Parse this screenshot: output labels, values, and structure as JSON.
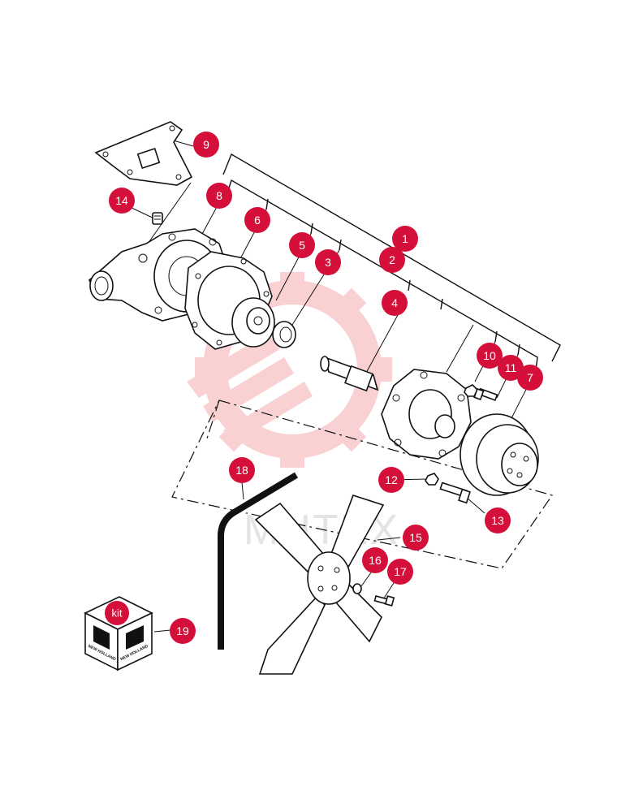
{
  "watermark": {
    "text": "MHTEX",
    "color": "#e8323c"
  },
  "accent": "#d4103a",
  "callouts": [
    {
      "id": "c1",
      "label": "1"
    },
    {
      "id": "c2",
      "label": "2"
    },
    {
      "id": "c3",
      "label": "3"
    },
    {
      "id": "c4",
      "label": "4"
    },
    {
      "id": "c5",
      "label": "5"
    },
    {
      "id": "c6",
      "label": "6"
    },
    {
      "id": "c7",
      "label": "7"
    },
    {
      "id": "c8",
      "label": "8"
    },
    {
      "id": "c9",
      "label": "9"
    },
    {
      "id": "c10",
      "label": "10"
    },
    {
      "id": "c11",
      "label": "11"
    },
    {
      "id": "c12",
      "label": "12"
    },
    {
      "id": "c13",
      "label": "13"
    },
    {
      "id": "c14",
      "label": "14"
    },
    {
      "id": "c15",
      "label": "15"
    },
    {
      "id": "c16",
      "label": "16"
    },
    {
      "id": "c17",
      "label": "17"
    },
    {
      "id": "c18",
      "label": "18"
    },
    {
      "id": "c19",
      "label": "19"
    }
  ],
  "kit": {
    "label": "kit",
    "brand_text": "NEW HOLLAND",
    "icon": "new-holland-logo-icon"
  }
}
